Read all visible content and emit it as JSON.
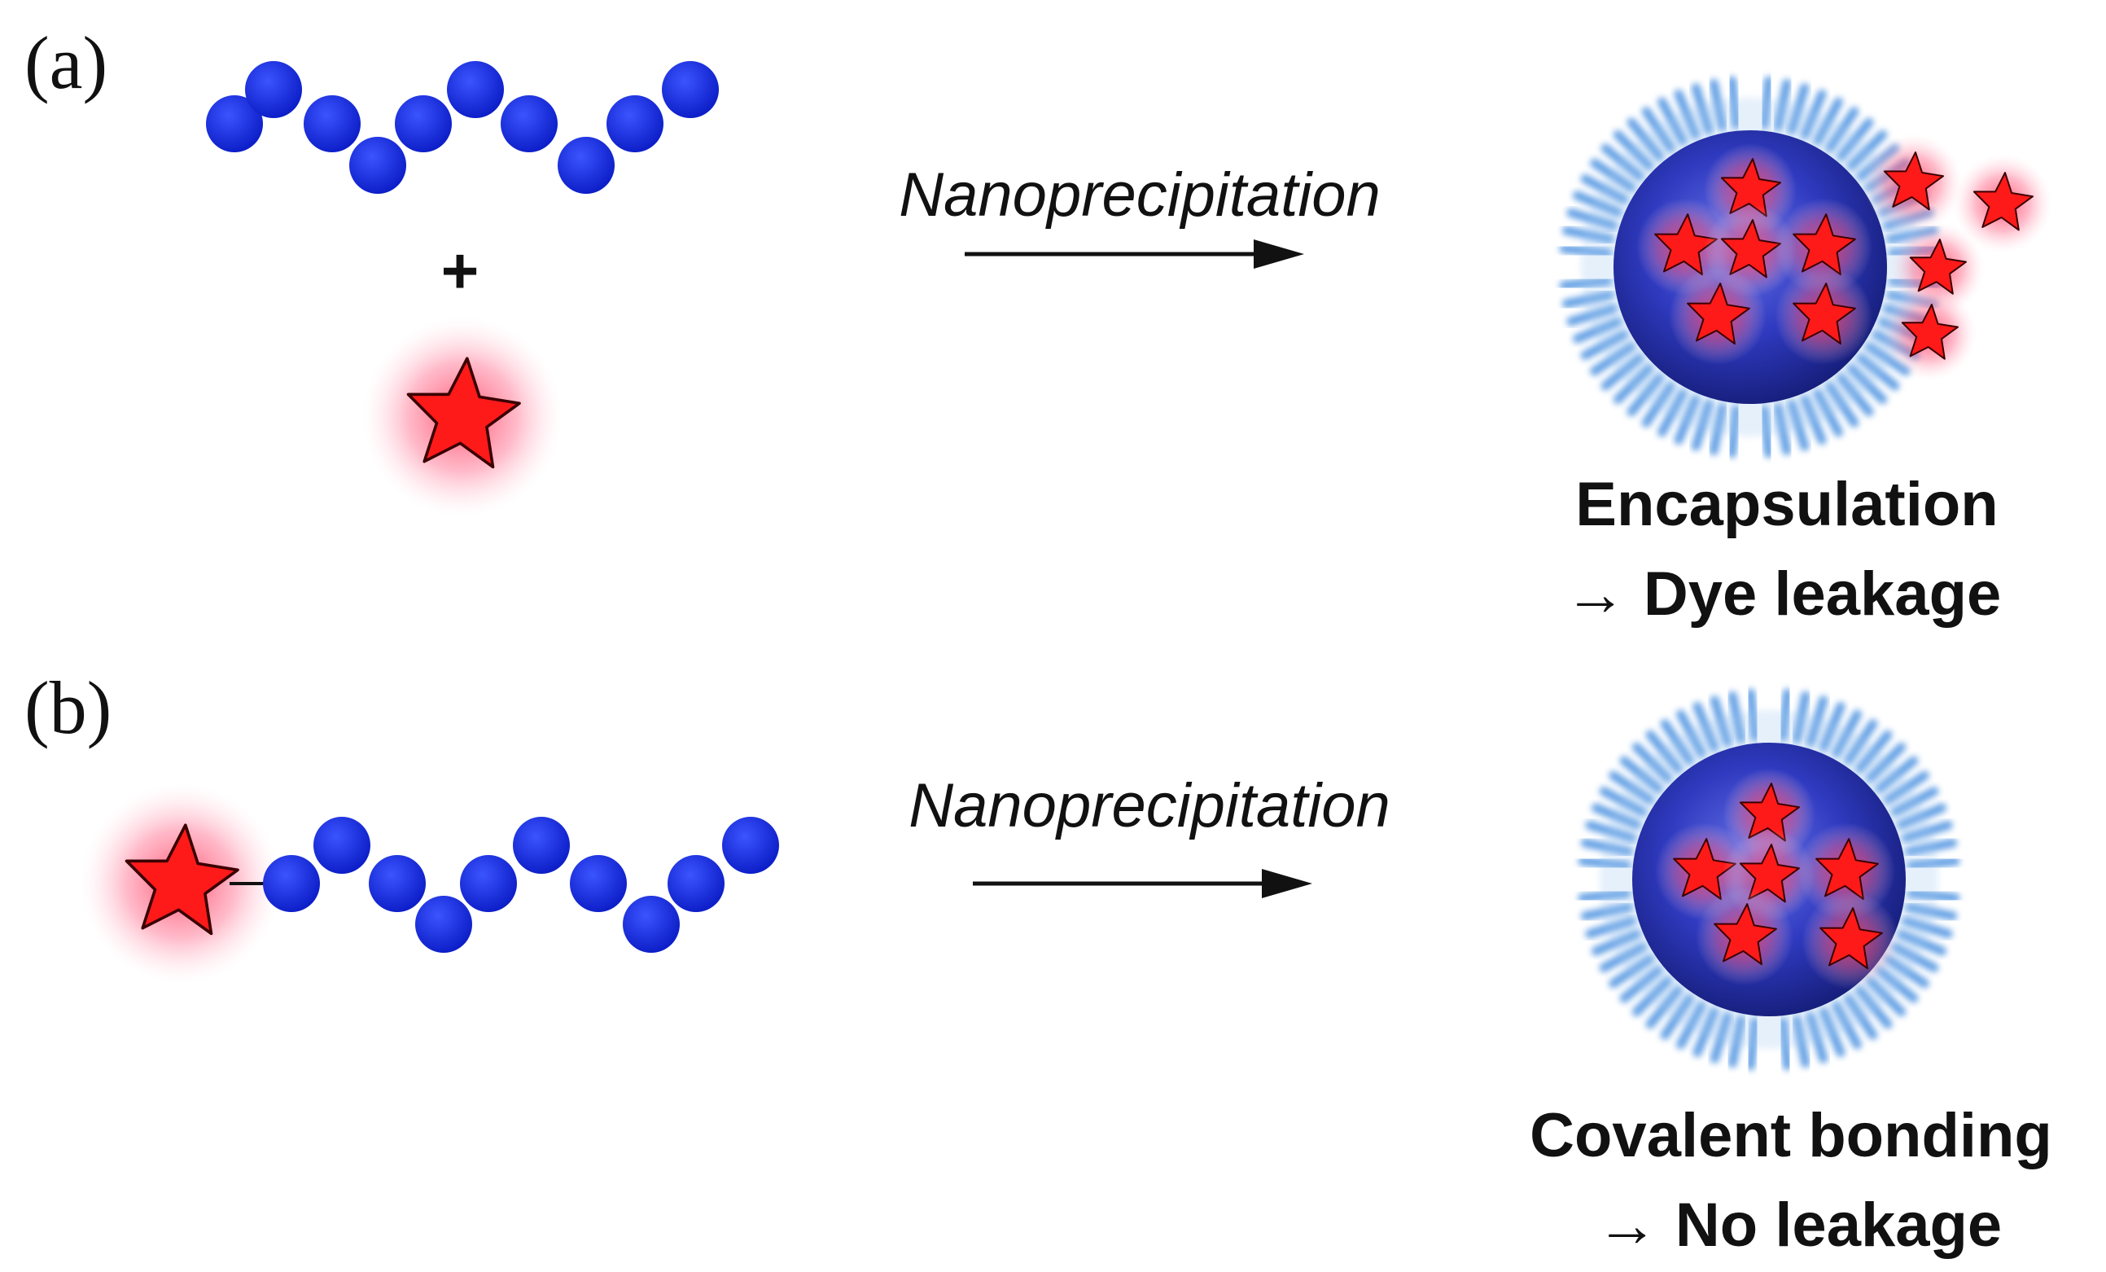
{
  "panels": {
    "a": {
      "label": "(a)",
      "plus": "+",
      "step": "Nanoprecipitation",
      "outcome_line1": "Encapsulation",
      "outcome_line2": "→ Dye leakage"
    },
    "b": {
      "label": "(b)",
      "step": "Nanoprecipitation",
      "outcome_line1": "Covalent bonding",
      "outcome_line2": "→ No leakage"
    }
  },
  "colors": {
    "monomer": "#1a2fe0",
    "dye": "#ff1a1a",
    "dye_glow": "#ff5a7a",
    "nanoparticle_core": "#2a36b8",
    "corona": "#4a90e0",
    "text": "#111111"
  }
}
